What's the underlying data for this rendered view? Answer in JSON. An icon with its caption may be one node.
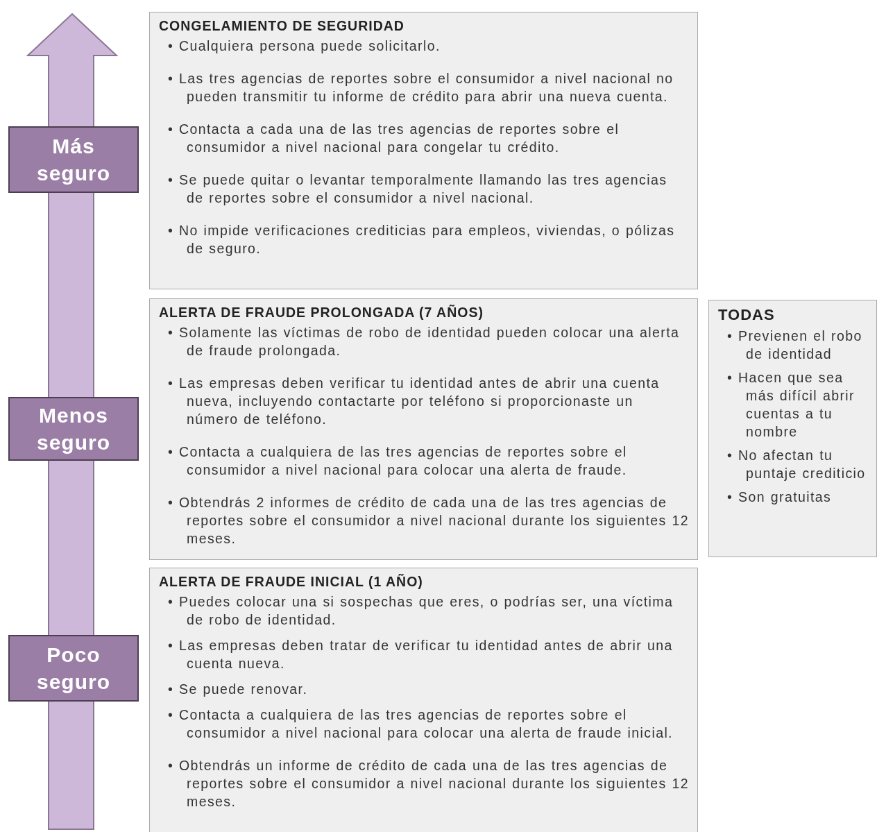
{
  "diagram": {
    "nodes": [
      {
        "text": [
          "Más seguro"
        ]
      },
      {
        "text": [
          "CONGELAMIENTO DE SEGURIDAD",
          "• Cualquiera persona puede solicitarlo.",
          "• Las tres agencias de reportes sobre el consumidor a nivel nacional no pueden transmitir tu informe de crédito para abrir una nueva cuenta.",
          "• Contacta a cada una de las tres agencias de reportes sobre el consumidor a nivel nacional para congelar tu crédito.",
          "• Se puede quitar o levantar temporalmente llamando las tres agencias de reportes sobre el consumidor a nivel nacional.",
          "• No impide verificaciones crediticias para empleos, viviendas, o pólizas de seguro."
        ]
      },
      {
        "text": [
          "Menos seguro"
        ]
      },
      {
        "text": [
          "ALERTA DE FRAUDE PROLONGADA (7 AÑOS)",
          "• Solamente las víctimas de robo de identidad pueden colocar una alerta de fraude prolongada.",
          "• Las empresas deben verificar tu identidad antes de abrir una cuenta nueva, incluyendo contactarte por teléfono si proporcionaste un número de teléfono.",
          "• Contacta a cualquiera de las tres agencias de reportes sobre el consumidor a nivel nacional para colocar una alerta de fraude.",
          "• Obtendrás 2 informes de crédito de cada una de las tres agencias de reportes sobre el consumidor a nivel nacional durante los siguientes 12 meses."
        ]
      },
      {
        "text": [
          "TODAS",
          "• Previenen el robo de identidad",
          "• Hacen que sea más difícil abrir cuentas a tu nombre",
          "• No afectan tu puntaje crediticio",
          "• Son gratuitas"
        ]
      },
      {
        "text": [
          "Poco seguro"
        ]
      },
      {
        "text": [
          "ALERTA DE FRAUDE INICIAL (1 AÑO)",
          "• Puedes colocar una si sospechas que eres, o podrías ser, una víctima de robo de identidad.",
          "• Las empresas deben tratar de verificar tu identidad antes de abrir una cuenta nueva.",
          "• Se puede renovar.",
          "• Contacta a cualquiera de las tres agencias de reportes sobre el consumidor a nivel nacional para colocar una alerta de fraude inicial.",
          "• Obtendrás un informe de crédito de cada una de las tres agencias de reportes sobre el consumidor a nivel nacional durante los siguientes 12 meses."
        ]
      }
    ],
    "edges": []
  }
}
